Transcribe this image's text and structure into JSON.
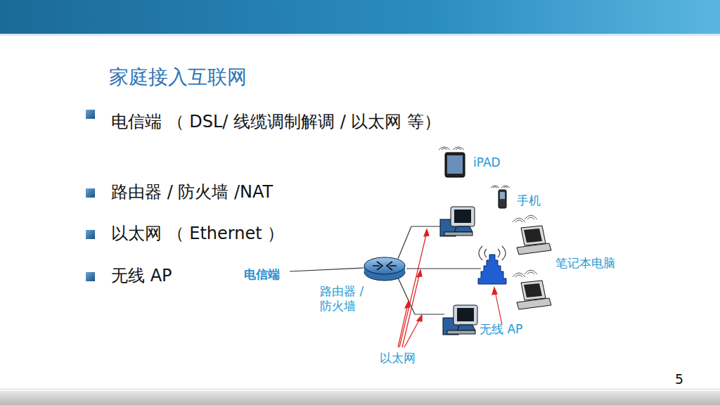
{
  "diagram": {
    "title": "家庭接入互联网",
    "nodes": [
      {
        "text": [
          "路由器 / 防火墙"
        ]
      },
      {
        "text": [
          "无线 AP"
        ]
      }
    ],
    "edges": [
      {
        "from": 0,
        "to": 1,
        "arrow": "none"
      }
    ],
    "labels": [
      "电信端 （ DSL/ 线缆调制解调 / 以太网 等）",
      "路由器 / 防火墙 /NAT",
      "以太网 （ Ethernet ）",
      "无线 AP",
      "电信端",
      "以太网",
      "iPAD",
      "手机",
      "笔记本电脑",
      "5"
    ]
  }
}
